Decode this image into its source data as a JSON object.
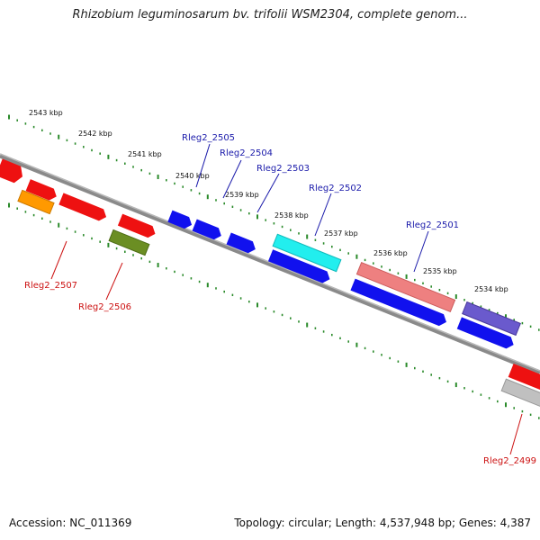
{
  "title": "Rhizobium leguminosarum bv. trifolii WSM2304, complete genom...",
  "footer": {
    "accession": "Accession: NC_011369",
    "summary": "Topology: circular; Length: 4,537,948 bp; Genes: 4,387"
  },
  "kbp_labels": [
    "2543 kbp",
    "2542 kbp",
    "2541 kbp",
    "2540 kbp",
    "2539 kbp",
    "2538 kbp",
    "2537 kbp",
    "2536 kbp",
    "2535 kbp",
    "2534 kbp"
  ],
  "gene_labels": {
    "top": [
      "Rleg2_2505",
      "Rleg2_2504",
      "Rleg2_2503",
      "Rleg2_2502",
      "Rleg2_2501"
    ],
    "bottom": [
      "Rleg2_2507",
      "Rleg2_2506",
      "Rleg2_2499"
    ]
  },
  "colors": {
    "backbone": "#808080",
    "ticks": "#2a8a2a",
    "top_label": "#1a1aaa",
    "bottom_label": "#cc1111",
    "red": "#ee1111",
    "blue": "#1111ee",
    "orange": "#ff9900",
    "olive": "#6b8e23",
    "cyan": "#22eeee",
    "salmon": "#ee8080",
    "slate": "#6a5acd",
    "grey": "#c0c0c0"
  }
}
